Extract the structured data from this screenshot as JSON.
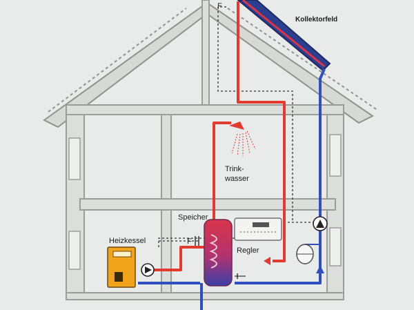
{
  "labels": {
    "collector": "Kollektorfeld",
    "drinking_water_1": "Trink-",
    "drinking_water_2": "wasser",
    "storage": "Speicher",
    "boiler": "Heizkessel",
    "controller": "Regler",
    "sensor_top": "F",
    "sensor_storage": "F"
  },
  "colors": {
    "background": "#e9ebea",
    "wall": "#9c9d99",
    "wall_fill": "#dcdedb",
    "hot_pipe": "#e23a2f",
    "cold_pipe": "#2f4fbf",
    "boiler": "#f2a31c",
    "tank_top": "#d8344a",
    "tank_bottom": "#3a3fa8",
    "dashed": "#303030"
  },
  "icons": {
    "shower": "shower-head-icon",
    "pump": "pump-icon",
    "controller": "controller-icon",
    "expansion_vessel": "expansion-vessel-icon",
    "check_valve": "check-valve-icon"
  }
}
